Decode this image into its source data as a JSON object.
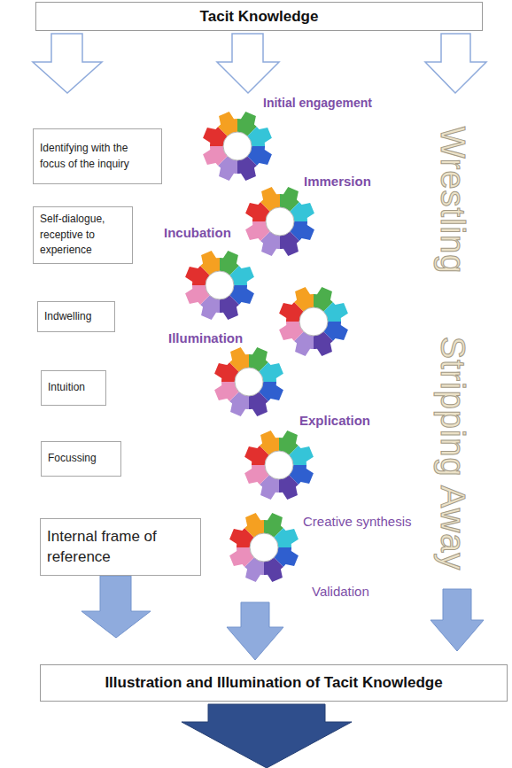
{
  "diagram": {
    "nodes": [
      {
        "text": [
          "Tacit Knowledge"
        ]
      },
      {
        "text": [
          "Identifying with the focus of the inquiry"
        ]
      },
      {
        "text": [
          "Self-dialogue, receptive to experience"
        ]
      },
      {
        "text": [
          "Indwelling"
        ]
      },
      {
        "text": [
          "Intuition"
        ]
      },
      {
        "text": [
          "Focussing"
        ]
      },
      {
        "text": [
          "Internal frame of reference"
        ]
      },
      {
        "text": [
          "Illustration and Illumination of Tacit Knowledge"
        ]
      }
    ],
    "labels": [
      "Initial engagement",
      "Immersion",
      "Incubation",
      "Illumination",
      "Explication",
      "Creative synthesis",
      "Validation",
      "Wrestling",
      "Stripping Away"
    ]
  }
}
